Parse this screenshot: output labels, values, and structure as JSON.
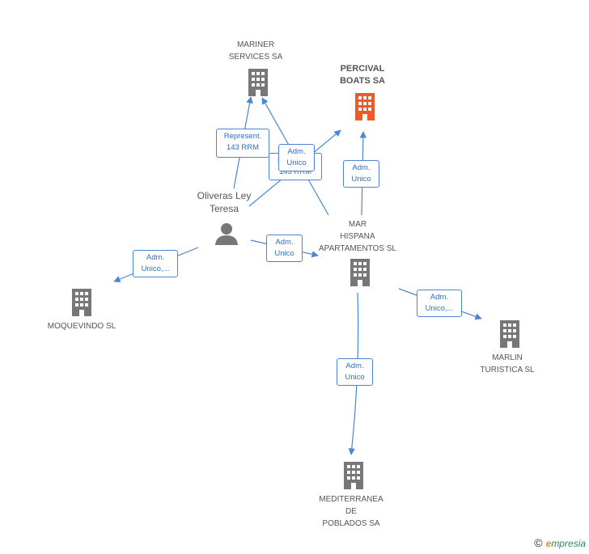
{
  "nodes": {
    "mariner": {
      "line1": "MARINER",
      "line2": "SERVICES SA"
    },
    "percival": {
      "line1": "PERCIVAL",
      "line2": "BOATS SA"
    },
    "person": {
      "line1": "Oliveras Ley",
      "line2": "Teresa"
    },
    "marhispana": {
      "line1": "MAR",
      "line2": "HISPANA",
      "line3": "APARTAMENTOS SL"
    },
    "moquevindo": {
      "line1": "MOQUEVINDO SL"
    },
    "marlin": {
      "line1": "MARLIN",
      "line2": "TURISTICA SL"
    },
    "mediterranea": {
      "line1": "MEDITERRANEA",
      "line2": "DE",
      "line3": "POBLADOS SA"
    }
  },
  "edges": {
    "represent": {
      "line1": "Represent.",
      "line2": "143 RRM"
    },
    "represent_hidden": {
      "line1": "R",
      "line2": "143 RRM"
    },
    "adm_unico_mariner": {
      "line1": "Adm.",
      "line2": "Unico"
    },
    "adm_unico_percival": {
      "line1": "Adm.",
      "line2": "Unico"
    },
    "adm_unico_marhispana": {
      "line1": "Adm.",
      "line2": "Unico"
    },
    "adm_unico_moquevindo": {
      "line1": "Adm.",
      "line2": "Unico,..."
    },
    "adm_unico_marlin": {
      "line1": "Adm.",
      "line2": "Unico,..."
    },
    "adm_unico_mediterranea": {
      "line1": "Adm.",
      "line2": "Unico"
    }
  },
  "colors": {
    "edge": "#4a86d4",
    "building": "#777777",
    "building_main": "#f05a28",
    "person": "#777777"
  },
  "brand": {
    "copyright": "©",
    "first_letter": "e",
    "rest": "mpresia"
  }
}
